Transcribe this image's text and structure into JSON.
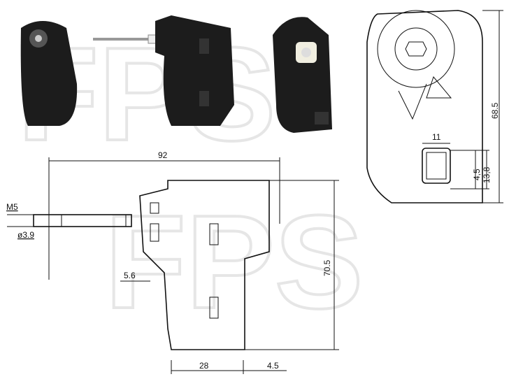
{
  "watermark": "FPS",
  "dimensions": {
    "length": "92",
    "height": "70.5",
    "thread": "M5",
    "diameter": "ø3.9",
    "offset": "5.6",
    "base_width": "28",
    "base_offset": "4.5",
    "connector_width": "11",
    "connector_pin": "4,5",
    "connector_height": "13,8",
    "side_height": "68.5"
  },
  "colors": {
    "product": "#1c1c1c",
    "line": "#111111",
    "watermark": "#e6e6e6"
  }
}
